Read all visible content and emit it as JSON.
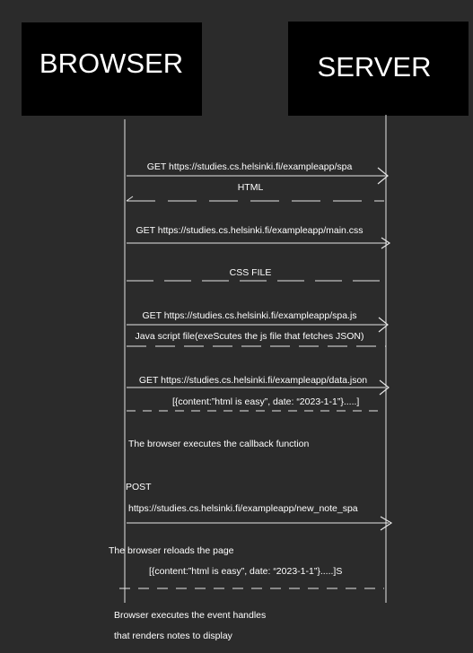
{
  "actors": {
    "browser": "BROWSER",
    "server": "SERVER"
  },
  "messages": [
    {
      "text": "GET https://studies.cs.helsinki.fi/exampleapp/spa",
      "direction": "to-server"
    },
    {
      "text": "HTML",
      "direction": "to-browser"
    },
    {
      "text": "GET https://studies.cs.helsinki.fi/exampleapp/main.css",
      "direction": "to-server"
    },
    {
      "text": "CSS FILE",
      "direction": "to-browser"
    },
    {
      "text": "GET https://studies.cs.helsinki.fi/exampleapp/spa.js",
      "direction": "to-server"
    },
    {
      "text": "Java script file(exeScutes the js file that fetches JSON)",
      "direction": "to-browser"
    },
    {
      "text": "GET https://studies.cs.helsinki.fi/exampleapp/data.json",
      "direction": "to-server"
    },
    {
      "text": "[{content:”html is easy”, date: “2023-1-1”}.....]",
      "direction": "to-browser"
    },
    {
      "text": "POST",
      "direction": "label"
    },
    {
      "text": "https://studies.cs.helsinki.fi/exampleapp/new_note_spa",
      "direction": "to-server"
    },
    {
      "text": "[{content:”html is easy”, date: “2023-1-1”}.....]S",
      "direction": "to-browser"
    }
  ],
  "notes": [
    "The browser executes the callback function",
    "The browser reloads the page",
    "Browser executes the event handles",
    "that renders notes to display"
  ]
}
